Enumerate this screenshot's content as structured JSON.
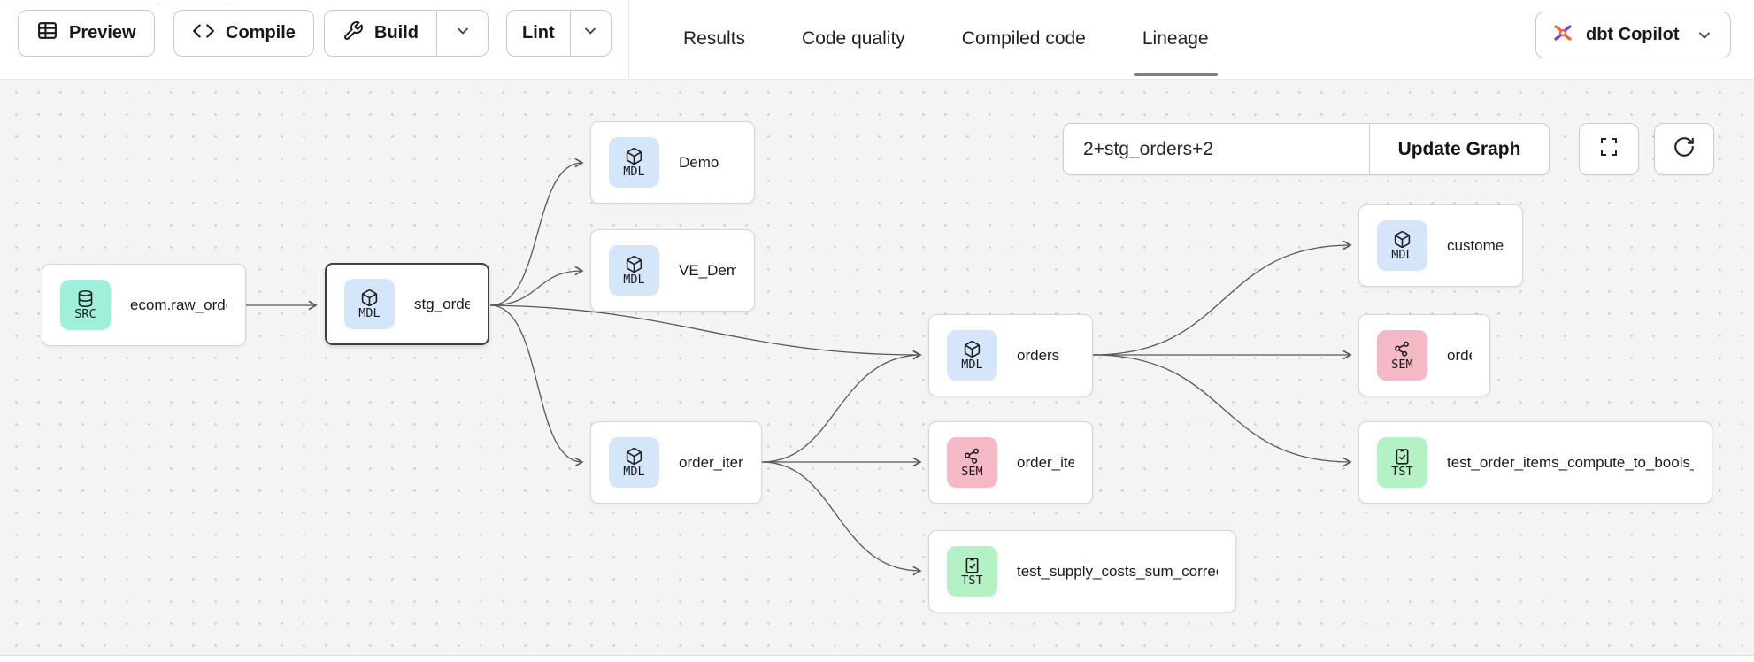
{
  "header": {
    "buttons": {
      "preview": "Preview",
      "compile": "Compile",
      "build": "Build",
      "lint": "Lint"
    },
    "tabs": [
      {
        "label": "Results",
        "active": false
      },
      {
        "label": "Code quality",
        "active": false
      },
      {
        "label": "Compiled code",
        "active": false
      },
      {
        "label": "Lineage",
        "active": true
      }
    ],
    "copilot_label": "dbt Copilot"
  },
  "lineage": {
    "selector": {
      "value": "2+stg_orders+2",
      "update_label": "Update Graph"
    },
    "node_types": {
      "src": {
        "label": "SRC",
        "color": "#9ff0da",
        "icon": "database-icon"
      },
      "mdl": {
        "label": "MDL",
        "color": "#d5e6fb",
        "icon": "cube-icon"
      },
      "sem": {
        "label": "SEM",
        "color": "#f5b8c5",
        "icon": "graph-icon"
      },
      "tst": {
        "label": "TST",
        "color": "#b4f1c4",
        "icon": "clipboard-check-icon"
      }
    },
    "nodes": [
      {
        "label": "ecom.raw_orders",
        "type": "src",
        "selected": false
      },
      {
        "label": "stg_orders",
        "type": "mdl",
        "selected": true
      },
      {
        "label": "Demo",
        "type": "mdl",
        "selected": false
      },
      {
        "label": "VE_Demo",
        "type": "mdl",
        "selected": false
      },
      {
        "label": "order_items",
        "type": "mdl",
        "selected": false
      },
      {
        "label": "orders",
        "type": "mdl",
        "selected": false
      },
      {
        "label": "order_item",
        "type": "sem",
        "selected": false
      },
      {
        "label": "test_supply_costs_sum_correctly",
        "type": "tst",
        "selected": false
      },
      {
        "label": "customers",
        "type": "mdl",
        "selected": false
      },
      {
        "label": "orders",
        "type": "sem",
        "selected": false
      },
      {
        "label": "test_order_items_compute_to_bools_c...",
        "type": "tst",
        "selected": false
      }
    ],
    "edges": [
      {
        "from": "ecom.raw_orders",
        "to": "stg_orders"
      },
      {
        "from": "stg_orders",
        "to": "Demo"
      },
      {
        "from": "stg_orders",
        "to": "VE_Demo"
      },
      {
        "from": "stg_orders",
        "to": "orders (mdl)"
      },
      {
        "from": "stg_orders",
        "to": "order_items"
      },
      {
        "from": "order_items",
        "to": "orders (mdl)"
      },
      {
        "from": "order_items",
        "to": "order_item"
      },
      {
        "from": "order_items",
        "to": "test_supply_costs_sum_correctly"
      },
      {
        "from": "orders (mdl)",
        "to": "customers"
      },
      {
        "from": "orders (mdl)",
        "to": "orders (sem)"
      },
      {
        "from": "orders (mdl)",
        "to": "test_order_items_compute_to_bools_c..."
      }
    ]
  }
}
